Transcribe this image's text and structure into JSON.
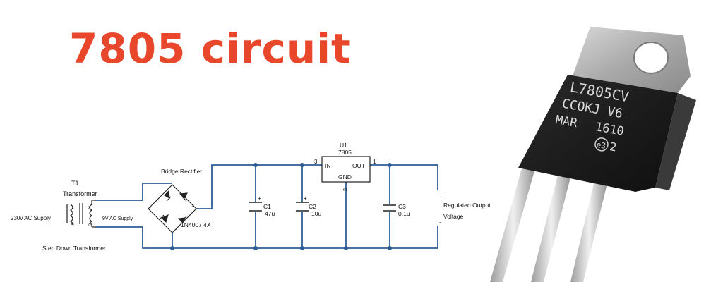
{
  "title": "7805 circuit",
  "colors": {
    "title": "#e8472b",
    "wire": "#2e5d96",
    "tab": "#b3b3b3",
    "body": "#1b1b1b",
    "leg": "#c8c8c8"
  },
  "schematic": {
    "transformer": {
      "ref": "T1",
      "type": "Transformer",
      "primary": "230v AC Supply",
      "secondary": "9V AC Supply",
      "caption": "Step Down Transformer",
      "pin_p1": "1",
      "pin_p2": "4",
      "pin_s1": "3",
      "pin_s2": "2"
    },
    "rectifier": {
      "label": "Bridge Rectifier",
      "diodes": "1N4007 4X",
      "pin_left": "2",
      "pin_right": "3",
      "pin_plus": "+",
      "pin_minus": "-"
    },
    "c1": {
      "ref": "C1",
      "value": "47u",
      "polarity": "+"
    },
    "c2": {
      "ref": "C2",
      "value": "10u",
      "polarity": "+"
    },
    "regulator": {
      "ref": "U1",
      "part": "7805",
      "in": "IN",
      "out": "OUT",
      "gnd": "GND",
      "pin_in": "3",
      "pin_out": "1",
      "pin_gnd": "2"
    },
    "c3": {
      "ref": "C3",
      "value": "0.1u"
    },
    "output": {
      "line1": "Regulated Output",
      "line2": "Voltage",
      "plus": "+",
      "minus": "-"
    }
  },
  "component": {
    "marking_line1": "L7805CV",
    "marking_line2": "CCOKJ  V6",
    "marking_line3": "MAR",
    "marking_line4": "1610",
    "marking_e3": "e3",
    "marking_2": "2"
  }
}
